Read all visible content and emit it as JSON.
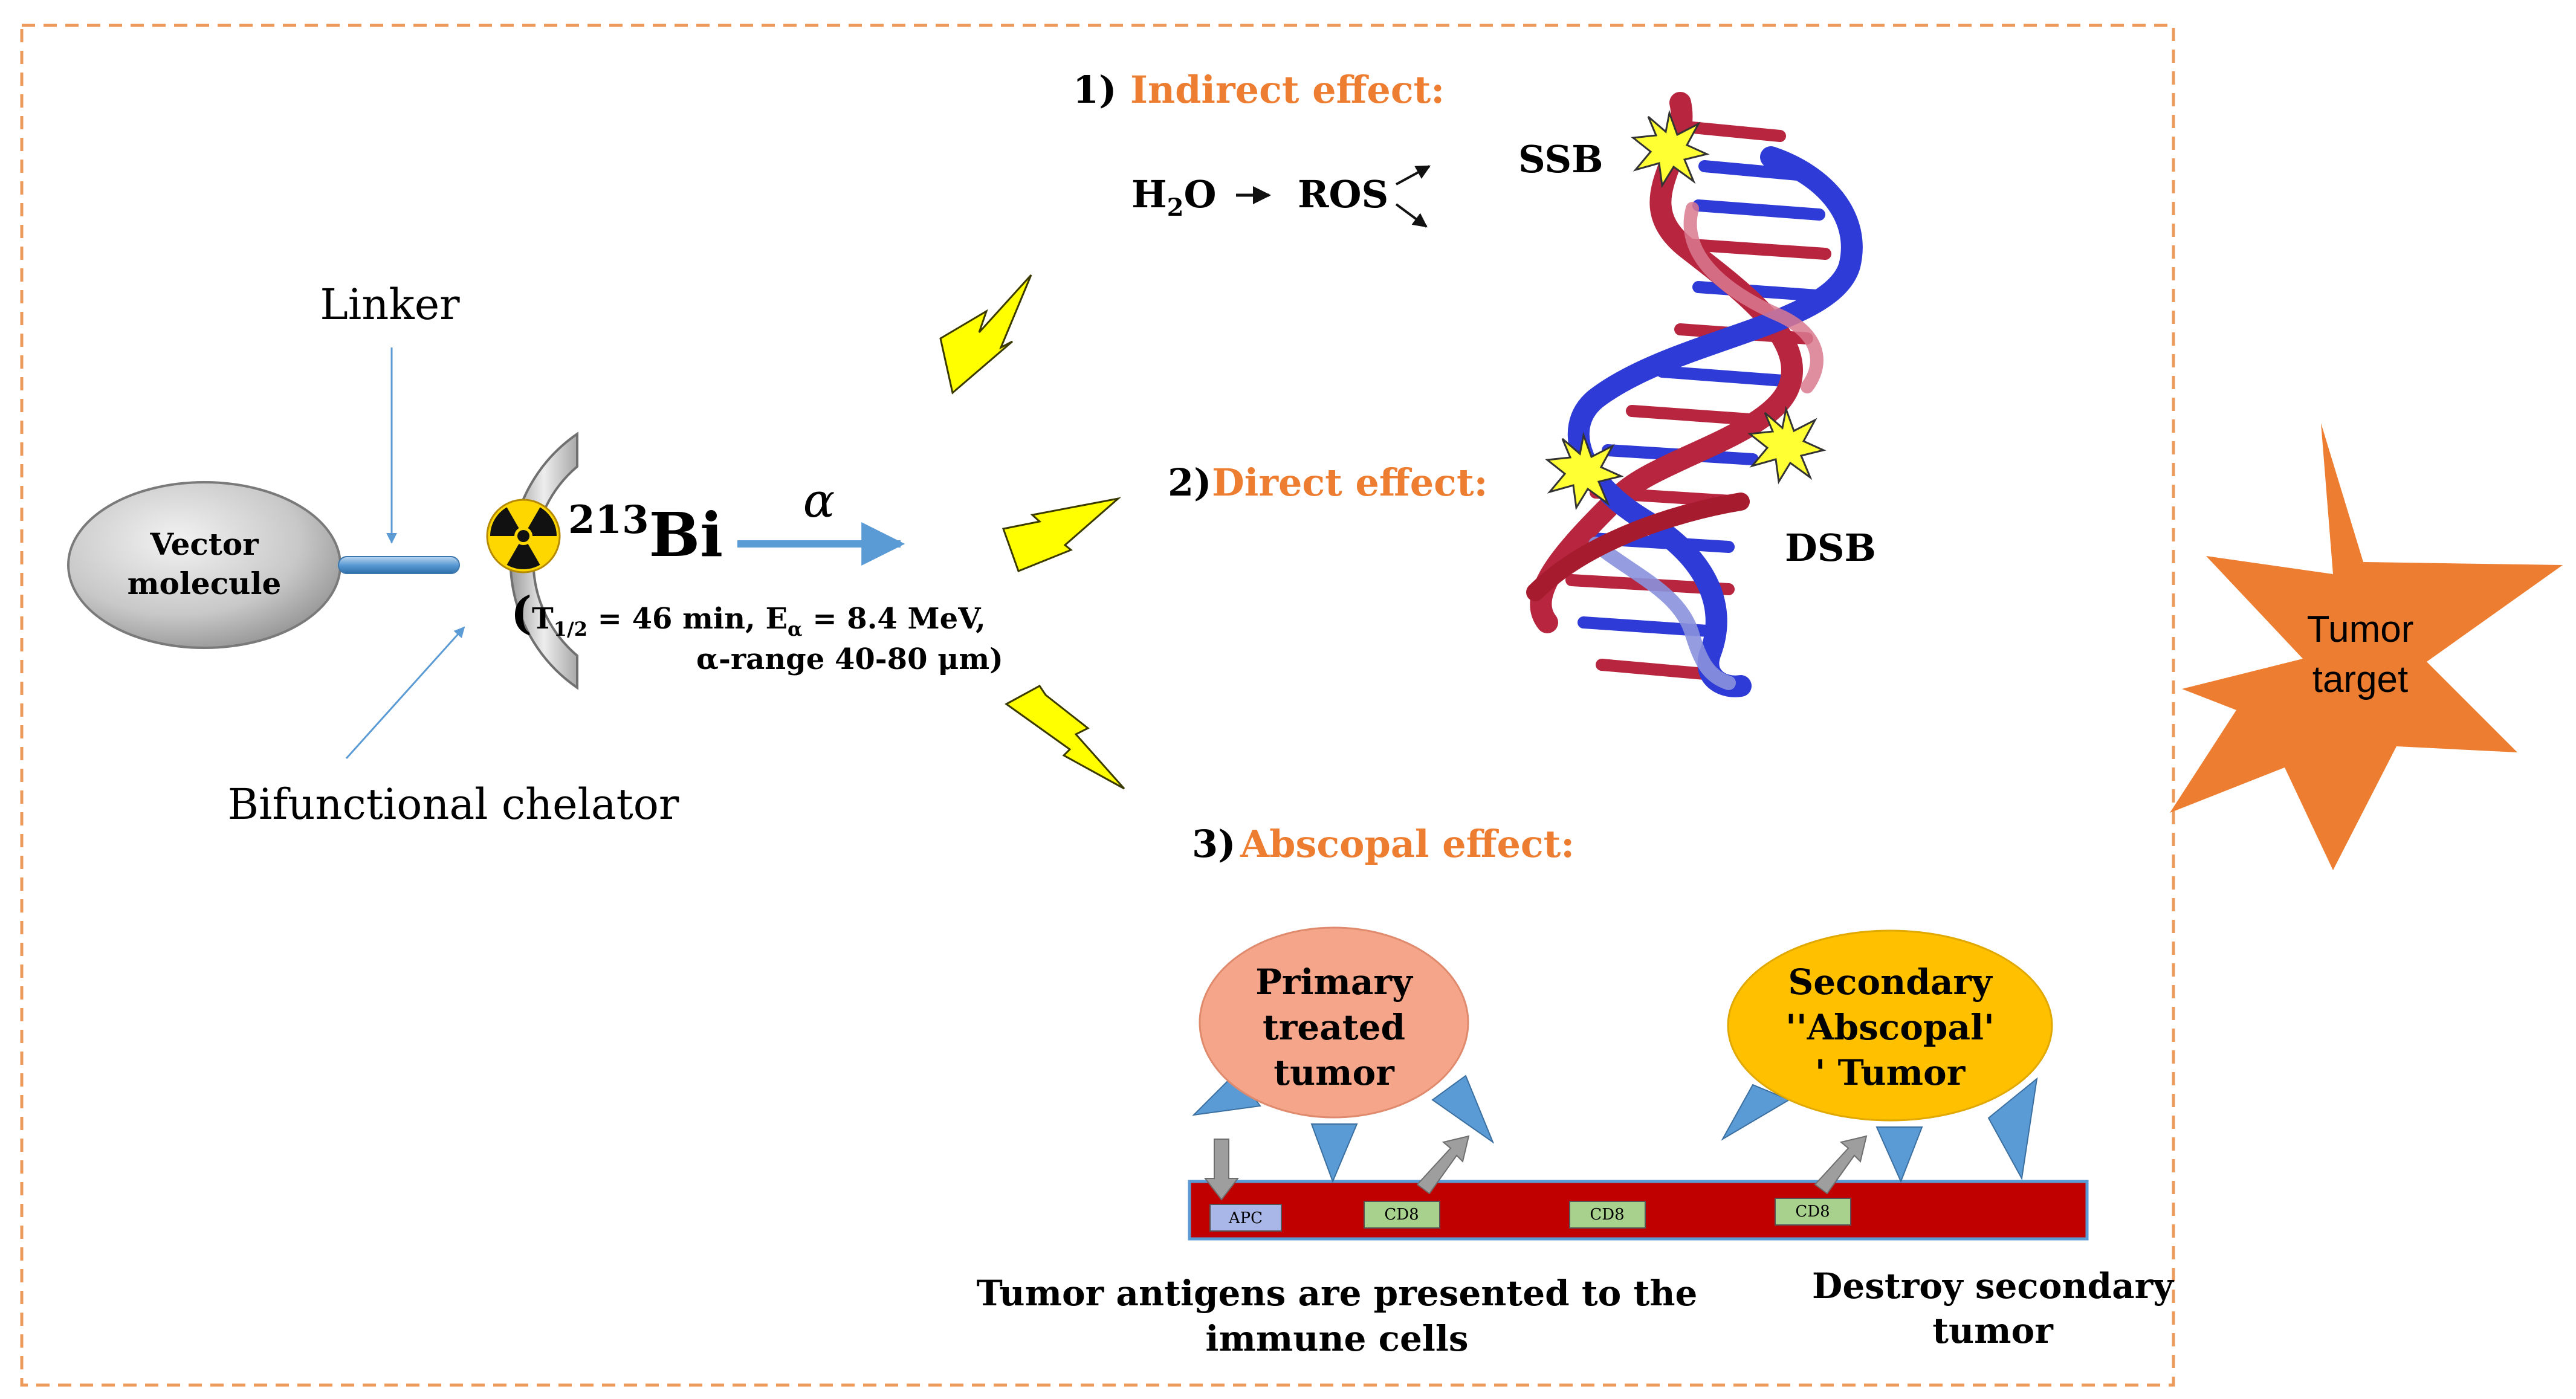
{
  "colors": {
    "accent_orange": "#ED7D31",
    "frame_dash": "#ED9B5C",
    "bolt_yellow": "#FFFF00",
    "bolt_stroke": "#3A3A00",
    "arrow_blue": "#5B9BD5",
    "vessel_red": "#C00000",
    "primary_tumor": "#F4A58A",
    "secondary_tumor": "#FFC000",
    "triangle_blue": "#5B9BD5",
    "apc_box": "#A8B7E8",
    "cd8_box": "#A9D18E",
    "dna_red": "#B7263E",
    "dna_blue": "#2E3BD6",
    "starburst": "#FFFF33"
  },
  "chelator": {
    "vector_line1": "Vector",
    "vector_line2": "molecule",
    "linker_label": "Linker",
    "chelator_label": "Bifunctional chelator",
    "isotope_mass": "213",
    "isotope_symbol": "Bi",
    "radiation_icon": "radiation-trefoil-icon",
    "alpha_symbol": "α",
    "props_open": "(",
    "half_life_T": "T",
    "half_life_sub": "1/2",
    "half_life_rest": " = 46 min, E",
    "energy_sub": "α",
    "energy_rest": " = 8.4 MeV,",
    "range_text": "α-range 40-80 μm)"
  },
  "effects": {
    "indirect_num": "1)",
    "indirect_label": "Indirect effect:",
    "h2o_H": "H",
    "h2o_sub": "2",
    "h2o_O": "O",
    "ros_label": "ROS",
    "ssb_label": "SSB",
    "direct_num": "2)",
    "direct_label": "Direct effect:",
    "dsb_label": "DSB",
    "abscopal_num": "3)",
    "abscopal_label": "Abscopal effect:"
  },
  "abscopal": {
    "primary_line1": "Primary",
    "primary_line2": "treated",
    "primary_line3": "tumor",
    "secondary_line1": "Secondary",
    "secondary_line2": "''Abscopal'",
    "secondary_line3": "' Tumor",
    "apc_label": "APC",
    "cd8_label_1": "CD8",
    "cd8_label_2": "CD8",
    "cd8_label_3": "CD8",
    "caption_left_1": "Tumor antigens are presented to the",
    "caption_left_2": "immune cells",
    "caption_right_1": "Destroy secondary",
    "caption_right_2": "tumor"
  },
  "target": {
    "line1": "Tumor",
    "line2": "target"
  }
}
